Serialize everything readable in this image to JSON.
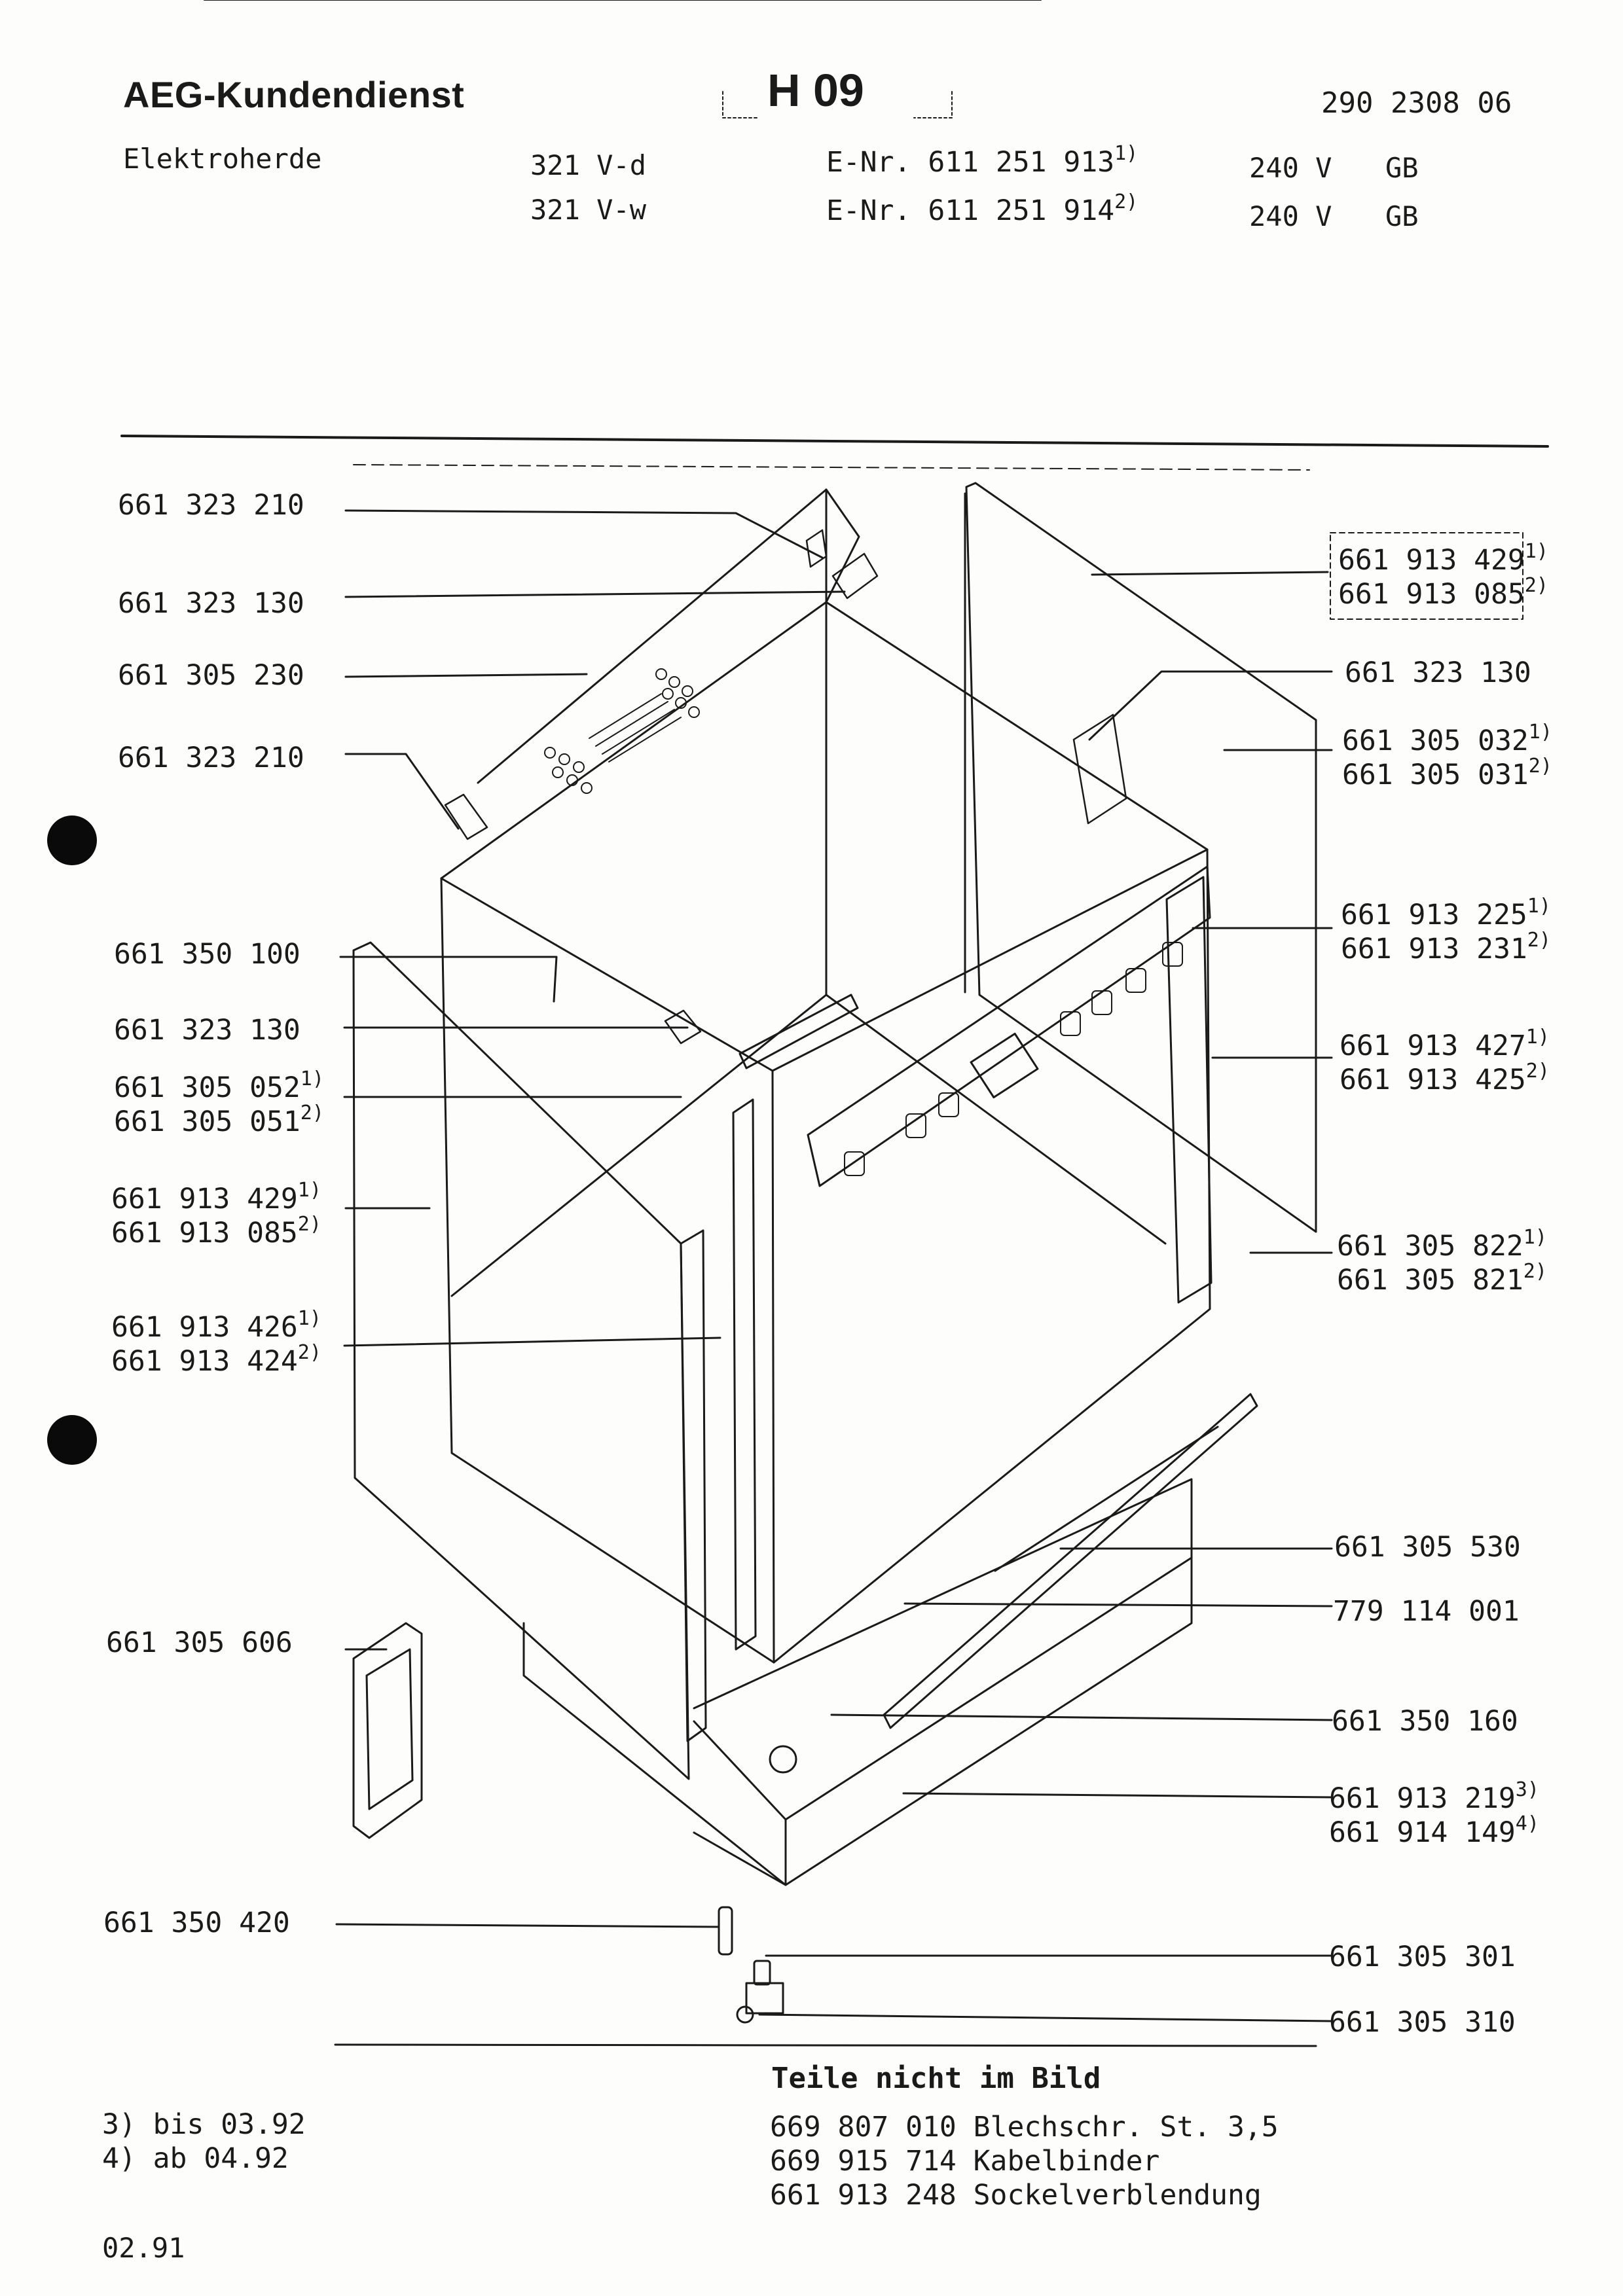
{
  "header": {
    "brand": "AEG-Kundendienst",
    "code": "H 09",
    "doc_number": "290 2308 06",
    "category": "Elektroherde",
    "models": [
      {
        "model": "321 V-d",
        "enr": "E-Nr. 611 251 913",
        "enr_note": "1)",
        "voltage": "240 V",
        "country": "GB"
      },
      {
        "model": "321 V-w",
        "enr": "E-Nr. 611 251 914",
        "enr_note": "2)",
        "voltage": "240 V",
        "country": "GB"
      }
    ]
  },
  "left_labels": [
    {
      "lines": [
        {
          "text": "661 323 210",
          "note": ""
        }
      ]
    },
    {
      "lines": [
        {
          "text": "661 323 130",
          "note": ""
        }
      ]
    },
    {
      "lines": [
        {
          "text": "661 305 230",
          "note": ""
        }
      ]
    },
    {
      "lines": [
        {
          "text": "661 323 210",
          "note": ""
        }
      ]
    },
    {
      "lines": [
        {
          "text": "661 350 100",
          "note": ""
        }
      ]
    },
    {
      "lines": [
        {
          "text": "661 323 130",
          "note": ""
        }
      ]
    },
    {
      "lines": [
        {
          "text": "661 305 052",
          "note": "1)"
        },
        {
          "text": "661 305 051",
          "note": "2)"
        }
      ]
    },
    {
      "lines": [
        {
          "text": "661 913 429",
          "note": "1)"
        },
        {
          "text": "661 913 085",
          "note": "2)"
        }
      ]
    },
    {
      "lines": [
        {
          "text": "661 913 426",
          "note": "1)"
        },
        {
          "text": "661 913 424",
          "note": "2)"
        }
      ]
    },
    {
      "lines": [
        {
          "text": "661 305 606",
          "note": ""
        }
      ]
    },
    {
      "lines": [
        {
          "text": "661 350 420",
          "note": ""
        }
      ]
    }
  ],
  "right_labels": [
    {
      "lines": [
        {
          "text": "661 913 429",
          "note": "1)"
        },
        {
          "text": "661 913 085",
          "note": "2)"
        }
      ]
    },
    {
      "lines": [
        {
          "text": "661 323 130",
          "note": ""
        }
      ]
    },
    {
      "lines": [
        {
          "text": "661 305 032",
          "note": "1)"
        },
        {
          "text": "661 305 031",
          "note": "2)"
        }
      ]
    },
    {
      "lines": [
        {
          "text": "661 913 225",
          "note": "1)"
        },
        {
          "text": "661 913 231",
          "note": "2)"
        }
      ]
    },
    {
      "lines": [
        {
          "text": "661 913 427",
          "note": "1)"
        },
        {
          "text": "661 913 425",
          "note": "2)"
        }
      ]
    },
    {
      "lines": [
        {
          "text": "661 305 822",
          "note": "1)"
        },
        {
          "text": "661 305 821",
          "note": "2)"
        }
      ]
    },
    {
      "lines": [
        {
          "text": "661 305 530",
          "note": ""
        }
      ]
    },
    {
      "lines": [
        {
          "text": "779 114 001",
          "note": ""
        }
      ]
    },
    {
      "lines": [
        {
          "text": "661 350 160",
          "note": ""
        }
      ]
    },
    {
      "lines": [
        {
          "text": "661 913 219",
          "note": "3)"
        },
        {
          "text": "661 914 149",
          "note": "4)"
        }
      ]
    },
    {
      "lines": [
        {
          "text": "661 305 301",
          "note": ""
        }
      ]
    },
    {
      "lines": [
        {
          "text": "661 305 310",
          "note": ""
        }
      ]
    }
  ],
  "parts_not_shown": {
    "title": "Teile nicht im Bild",
    "items": [
      {
        "number": "669 807 010",
        "description": "Blechschr. St. 3,5"
      },
      {
        "number": "669 915 714",
        "description": "Kabelbinder"
      },
      {
        "number": "661 913 248",
        "description": "Sockelverblendung"
      }
    ]
  },
  "footnotes": [
    {
      "mark": "3)",
      "text": "bis 03.92"
    },
    {
      "mark": "4)",
      "text": "ab  04.92"
    }
  ],
  "date_code": "02.91"
}
